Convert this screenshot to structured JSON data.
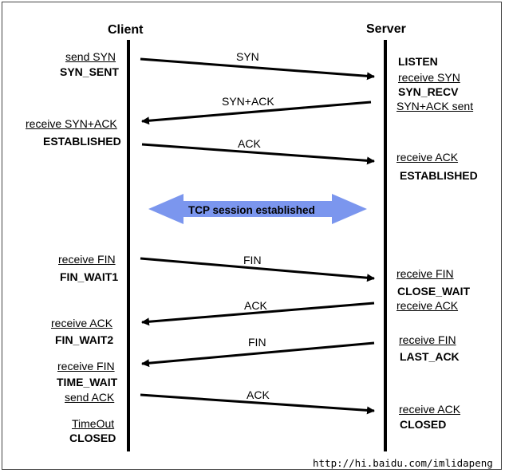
{
  "headers": {
    "client": "Client",
    "server": "Server"
  },
  "messages": [
    "SYN",
    "SYN+ACK",
    "ACK",
    "FIN",
    "ACK",
    "FIN",
    "ACK"
  ],
  "session_label": "TCP session established",
  "client_states": {
    "send_syn": "send SYN",
    "syn_sent": "SYN_SENT",
    "receive_synack": "receive SYN+ACK",
    "established": "ESTABLISHED",
    "receive_fin": "receive FIN",
    "fin_wait1": "FIN_WAIT1",
    "receive_ack": "receive ACK",
    "fin_wait2": "FIN_WAIT2",
    "receive_fin2": "receive FIN",
    "time_wait": "TIME_WAIT",
    "send_ack": "send ACK",
    "timeout": "TimeOut",
    "closed": "CLOSED"
  },
  "server_states": {
    "listen": "LISTEN",
    "receive_syn": "receive SYN",
    "syn_recv": "SYN_RECV",
    "synack_sent": "SYN+ACK sent",
    "receive_ack": "receive ACK",
    "established": "ESTABLISHED",
    "receive_fin": "receive FIN",
    "close_wait": "CLOSE_WAIT",
    "receive_ack2": "receive ACK",
    "receive_fin2": "receive FIN",
    "last_ack": "LAST_ACK",
    "receive_ack3": "receive ACK",
    "closed": "CLOSED"
  },
  "watermark": "http://hi.baidu.com/imlidapeng",
  "colors": {
    "session_arrow": "#7b96ee",
    "line": "#000000"
  }
}
